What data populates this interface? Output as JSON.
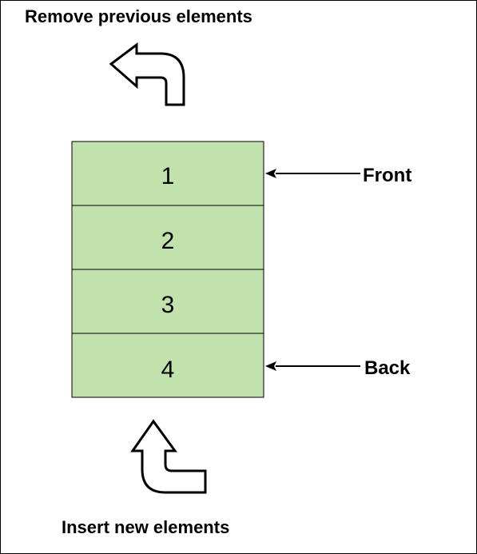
{
  "title_top": "Remove previous elements",
  "title_bottom": "Insert new elements",
  "queue": {
    "cells": [
      "1",
      "2",
      "3",
      "4"
    ],
    "front_label": "Front",
    "back_label": "Back"
  },
  "colors": {
    "cell_fill": "#c1e1ad",
    "stroke": "#000000",
    "background": "#ffffff"
  },
  "icons": {
    "remove": "curved-arrow-up-left-icon",
    "insert": "curved-arrow-up-icon"
  }
}
